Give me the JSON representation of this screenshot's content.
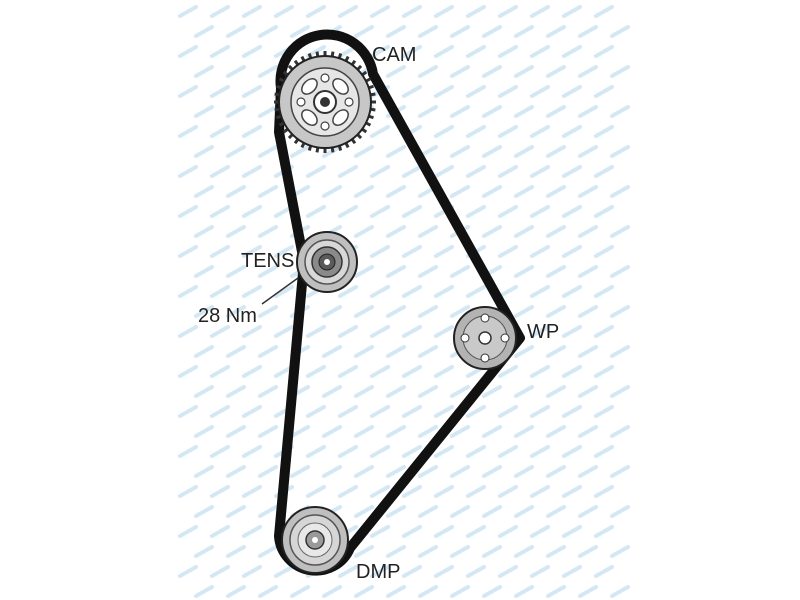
{
  "labels": {
    "cam": "CAM",
    "tens": "TENS",
    "tens_torque": "28 Nm",
    "wp": "WP",
    "dmp": "DMP"
  },
  "colors": {
    "belt": "#111111",
    "pulley_fill": "#c7c7c7",
    "pulley_dark": "#5a5a5a",
    "pulley_edge": "#222222",
    "watermark": "#cfe6f3",
    "background": "#ffffff"
  },
  "icons": {
    "cam": "toothed-sprocket-icon",
    "tens": "tensioner-pulley-icon",
    "wp": "water-pump-pulley-icon",
    "dmp": "damper-pulley-icon"
  }
}
